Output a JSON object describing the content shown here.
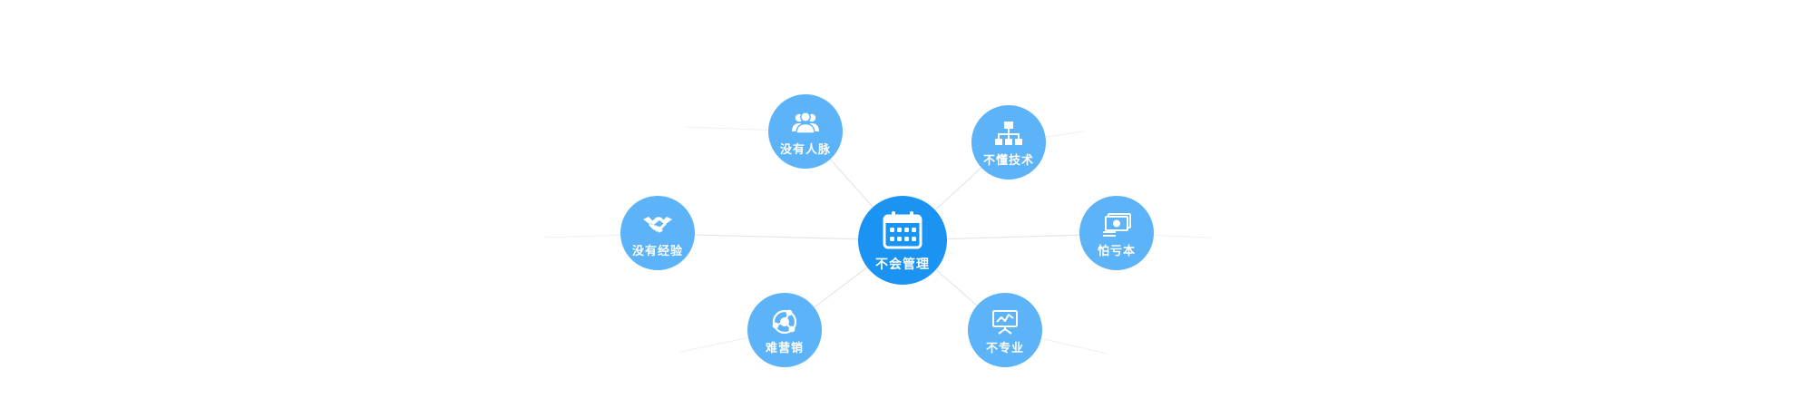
{
  "center": {
    "label": "不会管理",
    "icon": "calendar-icon"
  },
  "nodes": [
    {
      "key": "no-connections",
      "label": "没有人脉",
      "icon": "people-group-icon"
    },
    {
      "key": "no-tech",
      "label": "不懂技术",
      "icon": "org-chart-icon"
    },
    {
      "key": "no-experience",
      "label": "没有经验",
      "icon": "handshake-icon"
    },
    {
      "key": "fear-loss",
      "label": "怕亏本",
      "icon": "money-icon"
    },
    {
      "key": "hard-marketing",
      "label": "难营销",
      "icon": "share-network-icon"
    },
    {
      "key": "not-professional",
      "label": "不专业",
      "icon": "presentation-chart-icon"
    }
  ],
  "colors": {
    "node": "#5cb3f7",
    "center": "#1a93f2",
    "line": "#e3e6ea",
    "text": "#ffffff"
  }
}
